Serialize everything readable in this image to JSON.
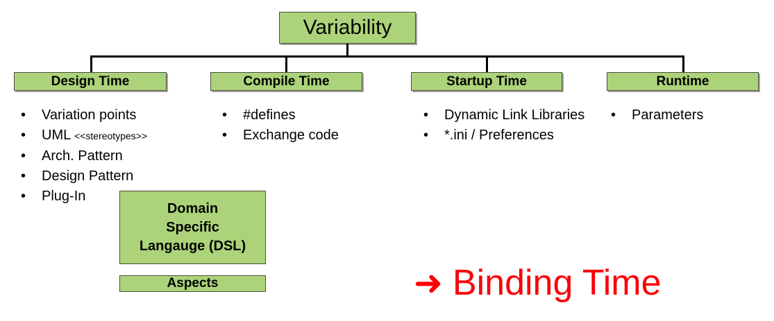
{
  "diagram": {
    "title": "Variability",
    "root": {
      "label": "Variability"
    },
    "columns": [
      {
        "id": "design-time",
        "header": "Design Time",
        "bullet_marker": "•",
        "items": [
          {
            "text": "Variation points"
          },
          {
            "text": "UML ",
            "note": "<<stereotypes>>"
          },
          {
            "text": "Arch. Pattern"
          },
          {
            "text": "Design Pattern"
          },
          {
            "text": "Plug-In"
          }
        ]
      },
      {
        "id": "compile-time",
        "header": "Compile Time",
        "bullet_marker": "•",
        "items": [
          {
            "text": "#defines"
          },
          {
            "text": "Exchange code"
          }
        ]
      },
      {
        "id": "startup-time",
        "header": "Startup Time",
        "bullet_marker": "•",
        "items": [
          {
            "text": "Dynamic Link Libraries"
          },
          {
            "text": "*.ini / Preferences"
          }
        ]
      },
      {
        "id": "runtime",
        "header": "Runtime",
        "bullet_marker": "•",
        "items": [
          {
            "text": "Parameters"
          }
        ]
      }
    ],
    "extra_boxes": [
      {
        "id": "dsl",
        "lines": [
          "Domain",
          "Specific",
          "Langauge (DSL)"
        ]
      },
      {
        "id": "aspects",
        "label": "Aspects"
      }
    ],
    "callout": {
      "arrow": "➜",
      "text": "Binding Time"
    },
    "colors": {
      "box_fill": "#ACD37A",
      "box_border": "#4D4D3D",
      "line": "#000000",
      "callout": "#FB0007",
      "background": "#FFFFFF",
      "text": "#000000"
    }
  }
}
